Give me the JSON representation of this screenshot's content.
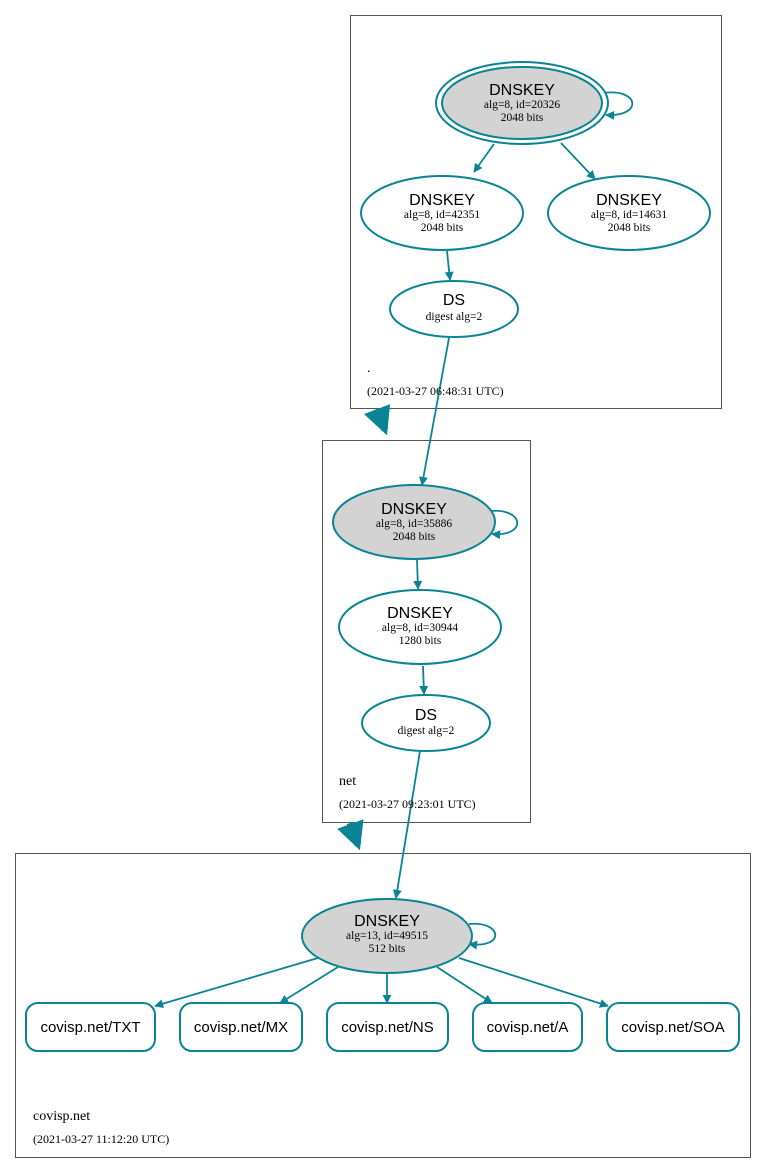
{
  "zones": {
    "root": {
      "name": ".",
      "timestamp": "(2021-03-27 06:48:31 UTC)"
    },
    "net": {
      "name": "net",
      "timestamp": "(2021-03-27 09:23:01 UTC)"
    },
    "covisp": {
      "name": "covisp.net",
      "timestamp": "(2021-03-27 11:12:20 UTC)"
    }
  },
  "nodes": {
    "root_ksk": {
      "title": "DNSKEY",
      "line1": "alg=8, id=20326",
      "line2": "2048 bits"
    },
    "root_zsk1": {
      "title": "DNSKEY",
      "line1": "alg=8, id=42351",
      "line2": "2048 bits"
    },
    "root_zsk2": {
      "title": "DNSKEY",
      "line1": "alg=8, id=14631",
      "line2": "2048 bits"
    },
    "root_ds": {
      "title": "DS",
      "line1": "digest alg=2"
    },
    "net_ksk": {
      "title": "DNSKEY",
      "line1": "alg=8, id=35886",
      "line2": "2048 bits"
    },
    "net_zsk": {
      "title": "DNSKEY",
      "line1": "alg=8, id=30944",
      "line2": "1280 bits"
    },
    "net_ds": {
      "title": "DS",
      "line1": "digest alg=2"
    },
    "covisp_key": {
      "title": "DNSKEY",
      "line1": "alg=13, id=49515",
      "line2": "512 bits"
    }
  },
  "rrsets": [
    "covisp.net/TXT",
    "covisp.net/MX",
    "covisp.net/NS",
    "covisp.net/A",
    "covisp.net/SOA"
  ],
  "colors": {
    "edge": "#0a8494",
    "ksk_fill": "#d3d3d3",
    "zone_border": "#555555"
  }
}
